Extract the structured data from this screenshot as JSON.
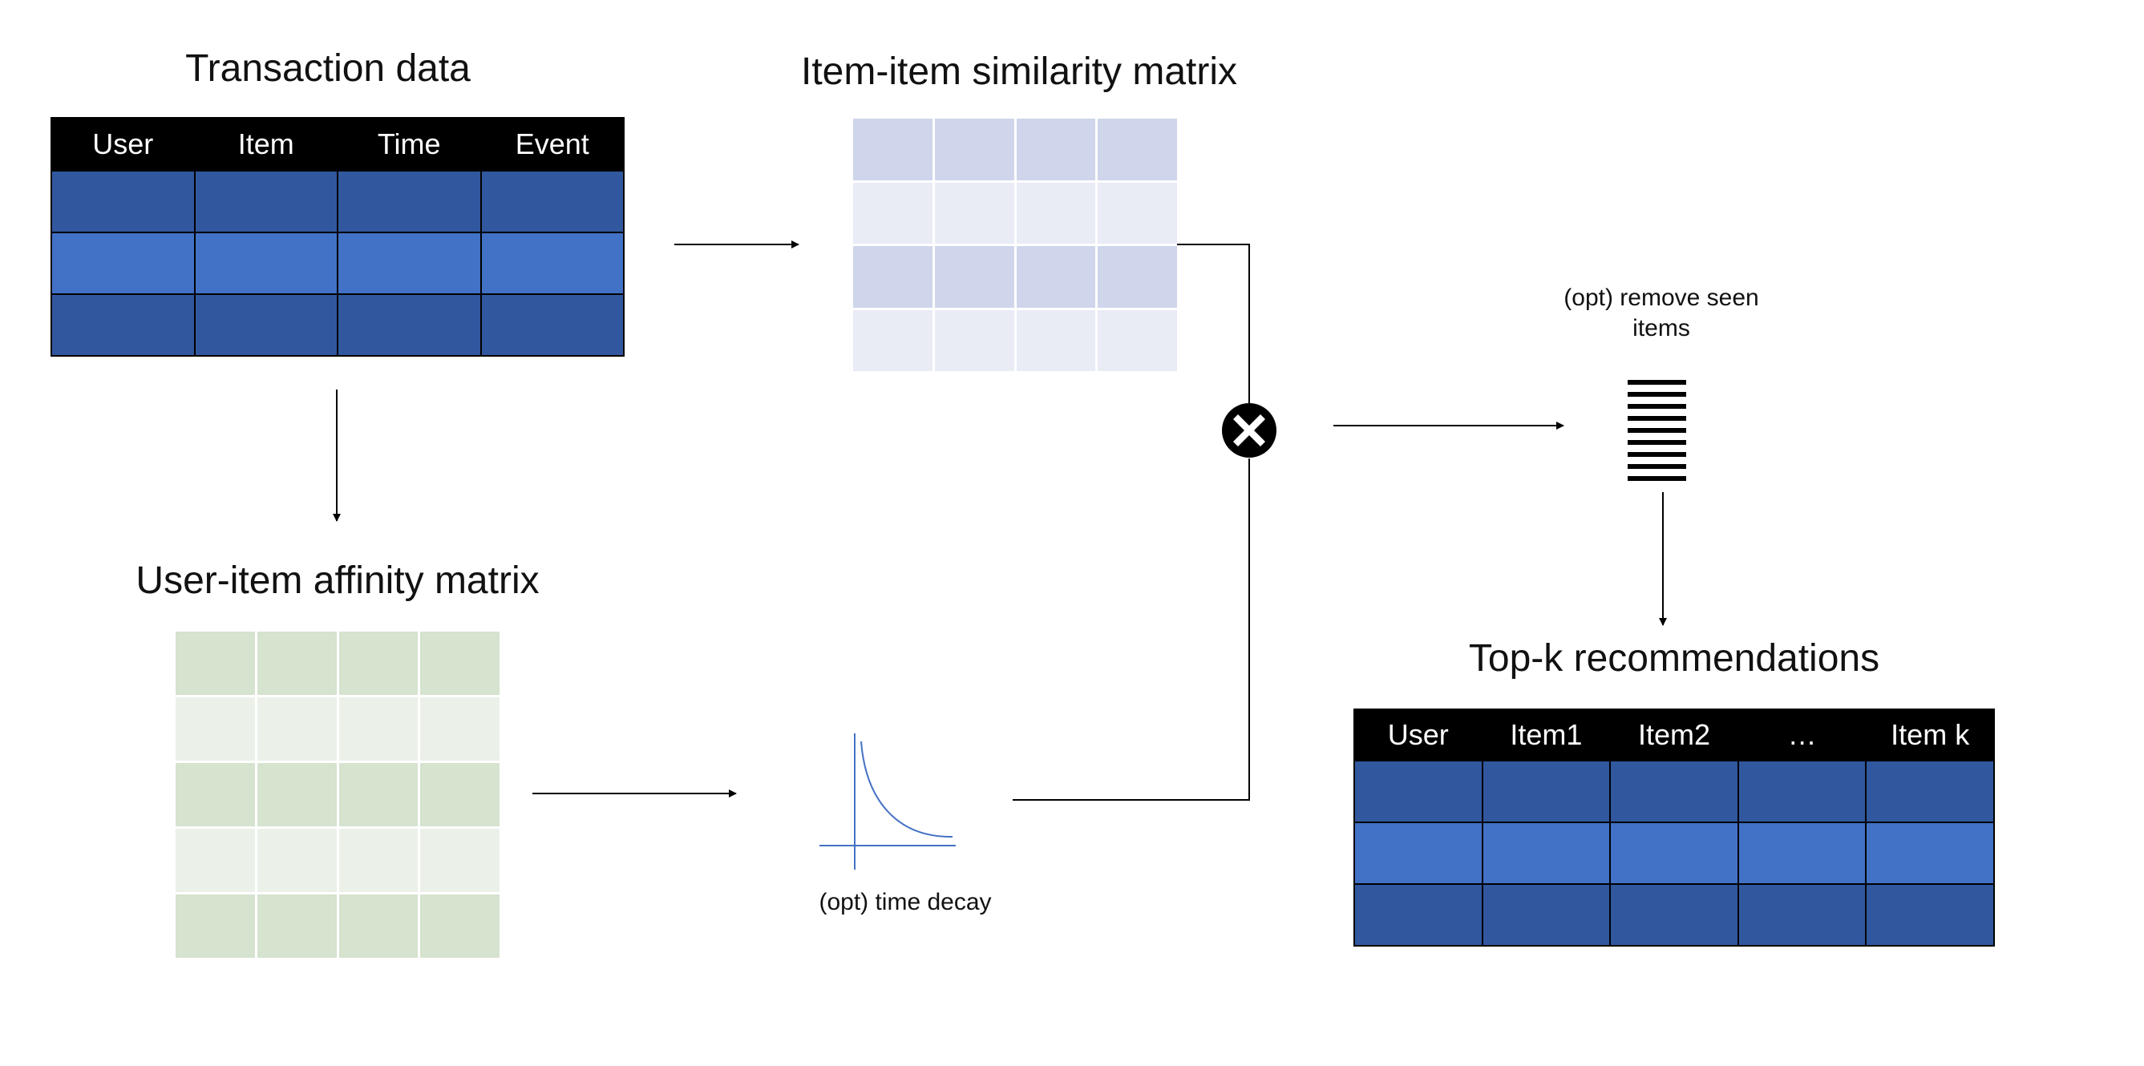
{
  "colors": {
    "header_bg": "#000000",
    "row_dark": "#31589f",
    "row_light": "#4272c6",
    "sim_dark": "#cfd5ea",
    "sim_light": "#e9ebf5",
    "aff_dark": "#d5e3cf",
    "aff_light": "#ebf1e9",
    "decay_curve": "#4472c4"
  },
  "transaction": {
    "title": "Transaction data",
    "headers": [
      "User",
      "Item",
      "Time",
      "Event"
    ]
  },
  "similarity": {
    "title": "Item-item similarity matrix"
  },
  "affinity": {
    "title": "User-item affinity matrix"
  },
  "decay": {
    "caption": "(opt) time decay"
  },
  "remove_seen": {
    "caption_line1": "(opt) remove seen",
    "caption_line2": "items"
  },
  "recommendations": {
    "title": "Top-k recommendations",
    "headers": [
      "User",
      "Item1",
      "Item2",
      "…",
      "Item k"
    ]
  },
  "icons": {
    "multiply": "multiply-icon",
    "list": "list-icon"
  }
}
